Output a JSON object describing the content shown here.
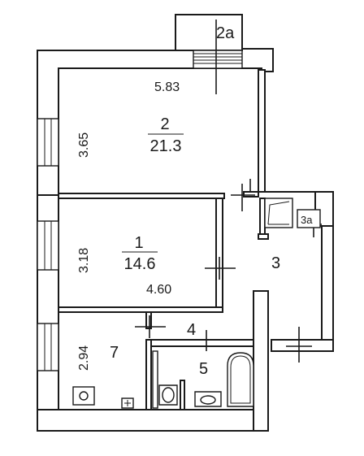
{
  "rooms": {
    "room_2a": {
      "number": "2a"
    },
    "room_2": {
      "number": "2",
      "area": "21.3",
      "width": "5.83",
      "depth": "3.65"
    },
    "room_1": {
      "number": "1",
      "area": "14.6",
      "width": "4.60",
      "depth": "3.18"
    },
    "room_3": {
      "number": "3"
    },
    "room_3a": {
      "number": "3a"
    },
    "room_4": {
      "number": "4"
    },
    "room_5": {
      "number": "5"
    },
    "room_7": {
      "number": "7",
      "depth": "2.94"
    }
  },
  "colors": {
    "ink": "#1a1a1a",
    "paper": "#ffffff"
  }
}
